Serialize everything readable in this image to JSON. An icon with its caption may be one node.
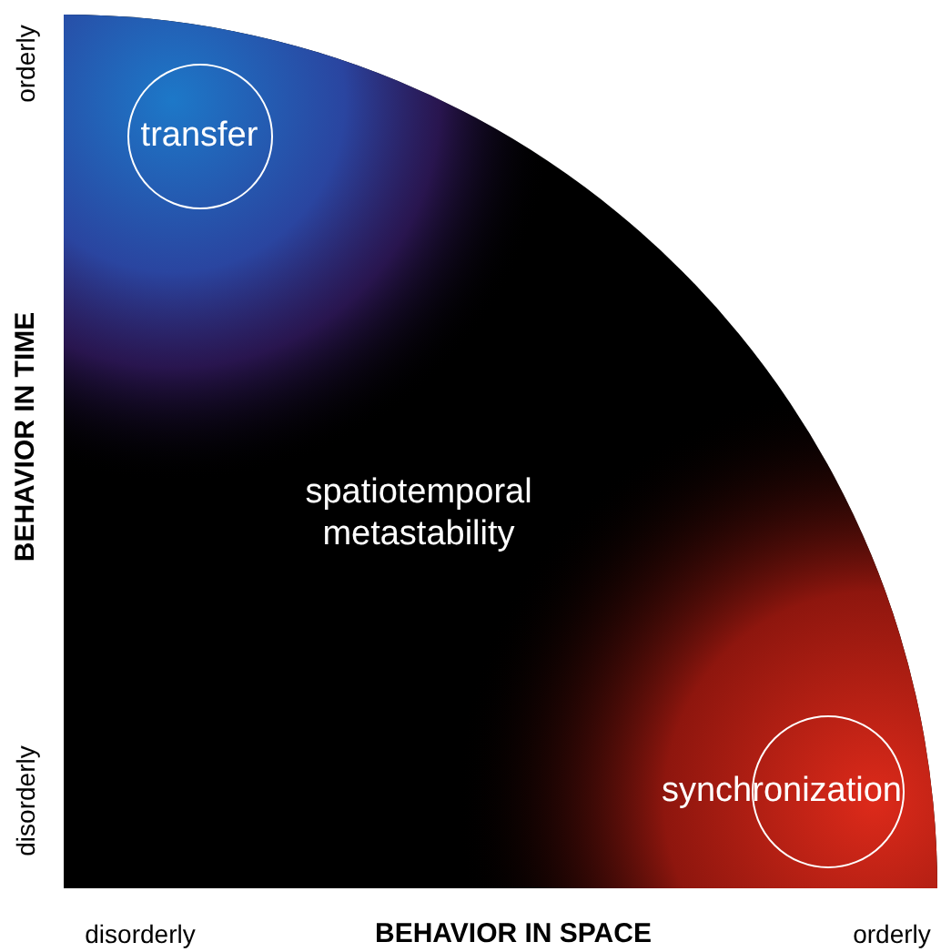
{
  "diagram": {
    "nodes": [
      {
        "text": [
          "transfer"
        ]
      },
      {
        "text": [
          "synchronization"
        ]
      }
    ],
    "labels": [
      "orderly",
      "BEHAVIOR IN TIME",
      "disorderly",
      "spatiotemporal metastability",
      "disorderly",
      "BEHAVIOR IN SPACE",
      "orderly"
    ]
  }
}
